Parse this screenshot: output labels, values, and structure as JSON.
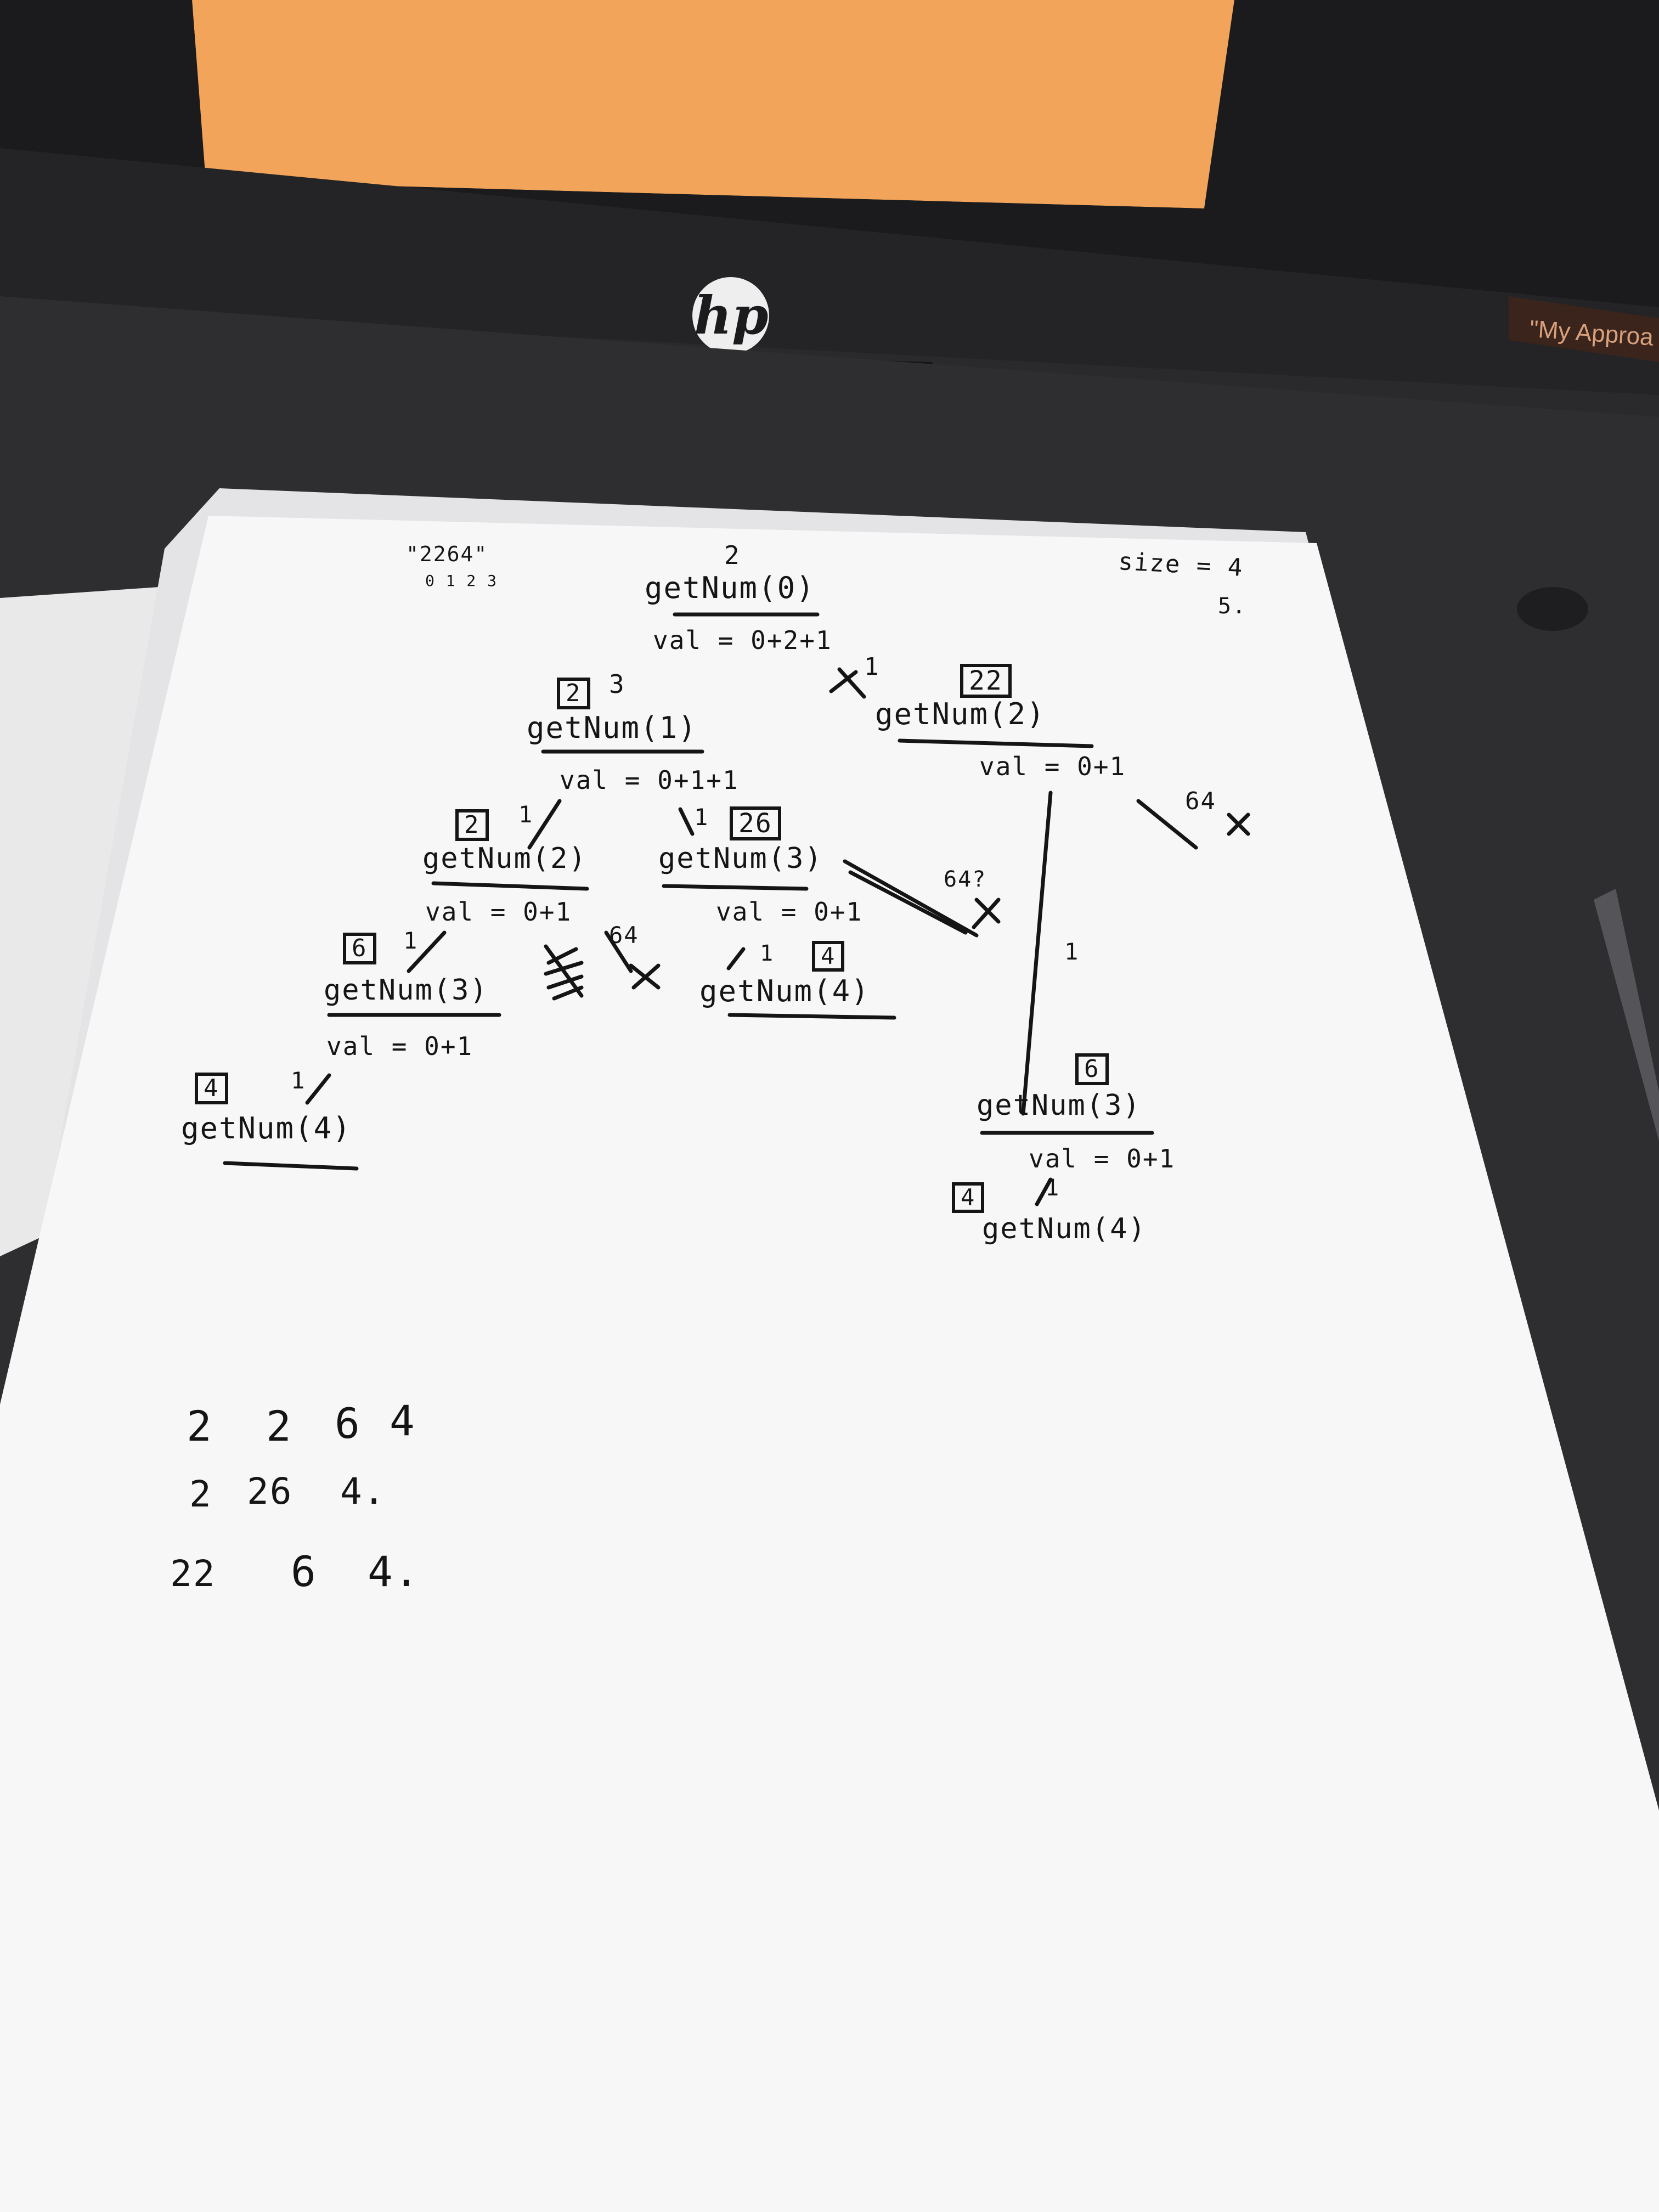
{
  "photo": {
    "monitor_logo": "hp",
    "monitor_screen_text": "\"My Approa",
    "colors": {
      "screen_orange": "#f2a55a",
      "monitor_bezel": "#1a1a1c",
      "desk": "#2d2d2f",
      "paper": "#f7f7f8",
      "ink": "#151515"
    }
  },
  "notes": {
    "input_string": "\"2264\"",
    "indices": "0 1 2 3",
    "size_note": "size = 4",
    "count_note": "5.",
    "tree": {
      "root": {
        "call": "getNum(0)",
        "value": "2",
        "expr": "val = 0+2+1",
        "right_edge": "1"
      },
      "left": {
        "call": "getNum(1)",
        "box": "2",
        "count": "3",
        "expr": "val = 0+1+1",
        "left_edge": "1",
        "right_edge": "1"
      },
      "right": {
        "call": "getNum(2)",
        "box": "22",
        "expr": "val = 0+1",
        "branch_64": "64",
        "left_edge": "1"
      },
      "left_left": {
        "call": "getNum(2)",
        "box": "2",
        "expr": "val = 0+1",
        "left_edge": "1",
        "branch_64": "64"
      },
      "left_right": {
        "call": "getNum(3)",
        "box": "26",
        "expr": "val = 0+1",
        "branch_64": "64?",
        "child_edge": "1"
      },
      "lll": {
        "call": "getNum(3)",
        "box": "6",
        "expr": "val = 0+1",
        "left_edge": "1"
      },
      "llll": {
        "call": "getNum(4)",
        "box": "4"
      },
      "lr_child": {
        "call": "getNum(4)",
        "box": "4"
      },
      "r_child": {
        "call": "getNum(3)",
        "box": "6",
        "expr": "val = 0+1",
        "child_edge": "1"
      },
      "r_grandchild": {
        "call": "getNum(4)",
        "box": "4"
      },
      "cross_mark": "x"
    },
    "decodings": [
      [
        "2",
        "2",
        "6",
        "4"
      ],
      [
        "2",
        "26",
        "4."
      ],
      [
        "22",
        "6",
        "4."
      ]
    ]
  }
}
